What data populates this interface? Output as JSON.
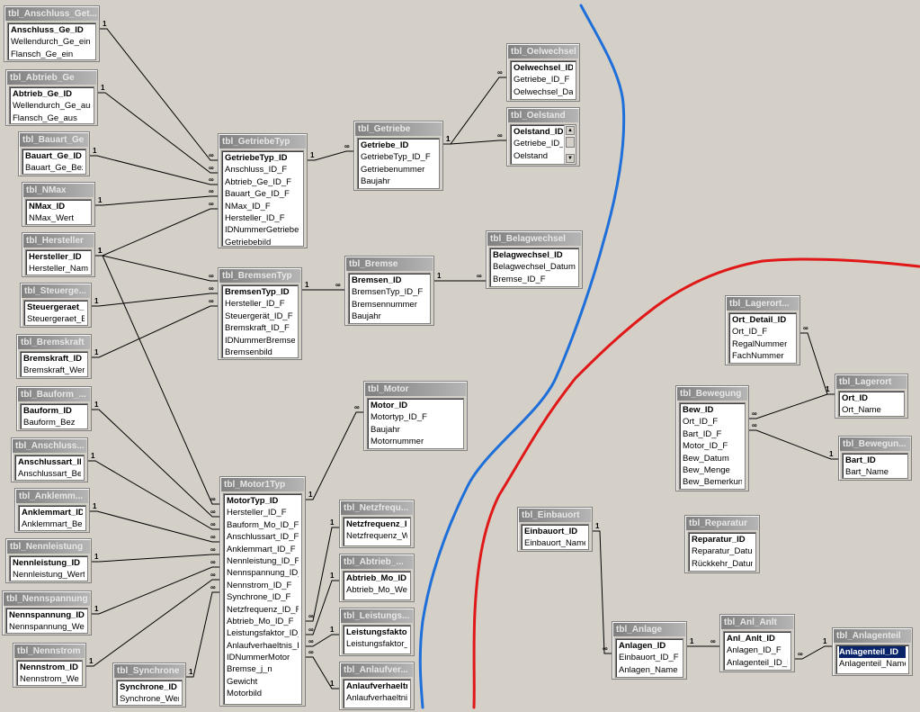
{
  "tables": [
    {
      "id": "anschluss_ge",
      "title": "tbl_Anschluss_Get...",
      "fields": [
        "Anschluss_Ge_ID",
        "Wellendurch_Ge_ein",
        "Flansch_Ge_ein"
      ]
    },
    {
      "id": "abtrieb_ge",
      "title": "tbl_Abtrieb_Ge",
      "fields": [
        "Abtrieb_Ge_ID",
        "Wellendurch_Ge_aus",
        "Flansch_Ge_aus"
      ]
    },
    {
      "id": "bauart_ge",
      "title": "tbl_Bauart_Ge",
      "fields": [
        "Bauart_Ge_ID",
        "Bauart_Ge_Bez"
      ]
    },
    {
      "id": "nmax",
      "title": "tbl_NMax",
      "fields": [
        "NMax_ID",
        "NMax_Wert"
      ]
    },
    {
      "id": "hersteller",
      "title": "tbl_Hersteller",
      "fields": [
        "Hersteller_ID",
        "Hersteller_Name"
      ]
    },
    {
      "id": "steuergeraet",
      "title": "tbl_Steuerge...",
      "fields": [
        "Steuergeraet_ID",
        "Steuergeraet_Be"
      ]
    },
    {
      "id": "bremskraft",
      "title": "tbl_Bremskraft",
      "fields": [
        "Bremskraft_ID",
        "Bremskraft_Wert"
      ]
    },
    {
      "id": "bauform",
      "title": "tbl_Bauform_...",
      "fields": [
        "Bauform_ID",
        "Bauform_Bez"
      ]
    },
    {
      "id": "anschlussart",
      "title": "tbl_Anschluss...",
      "fields": [
        "Anschlussart_ID",
        "Anschlussart_Bez"
      ]
    },
    {
      "id": "anklemmart",
      "title": "tbl_Anklemm...",
      "fields": [
        "Anklemmart_ID",
        "Anklemmart_Bez"
      ]
    },
    {
      "id": "nennleistung",
      "title": "tbl_Nennleistung",
      "fields": [
        "Nennleistung_ID",
        "Nennleistung_Wert"
      ]
    },
    {
      "id": "nennspannung",
      "title": "tbl_Nennspannung",
      "fields": [
        "Nennspannung_ID",
        "Nennspannung_Wert"
      ]
    },
    {
      "id": "nennstrom",
      "title": "tbl_Nennstrom",
      "fields": [
        "Nennstrom_ID",
        "Nennstrom_Wert"
      ]
    },
    {
      "id": "synchrone",
      "title": "tbl_Synchrone",
      "fields": [
        "Synchrone_ID",
        "Synchrone_Wert"
      ]
    },
    {
      "id": "getriebetyp",
      "title": "tbl_GetriebeTyp",
      "fields": [
        "GetriebeTyp_ID",
        "Anschluss_ID_F",
        "Abtrieb_Ge_ID_F",
        "Bauart_Ge_ID_F",
        "NMax_ID_F",
        "Hersteller_ID_F",
        "IDNummerGetriebe",
        "Getriebebild"
      ]
    },
    {
      "id": "getriebe",
      "title": "tbl_Getriebe",
      "fields": [
        "Getriebe_ID",
        "GetriebeTyp_ID_F",
        "Getriebenummer",
        "Baujahr"
      ]
    },
    {
      "id": "oelwechsel",
      "title": "tbl_Oelwechsel",
      "fields": [
        "Oelwechsel_ID",
        "Getriebe_ID_F",
        "Oelwechsel_Datu"
      ]
    },
    {
      "id": "oelstand",
      "title": "tbl_Oelstand",
      "fields": [
        "Oelstand_ID",
        "Getriebe_ID_F",
        "Oelstand"
      ]
    },
    {
      "id": "bremsentyp",
      "title": "tbl_BremsenTyp",
      "fields": [
        "BremsenTyp_ID",
        "Hersteller_ID_F",
        "Steuergerät_ID_F",
        "Bremskraft_ID_F",
        "IDNummerBremse",
        "Bremsenbild"
      ]
    },
    {
      "id": "bremse",
      "title": "tbl_Bremse",
      "fields": [
        "Bremsen_ID",
        "BremsenTyp_ID_F",
        "Bremsennummer",
        "Baujahr"
      ]
    },
    {
      "id": "belagwechsel",
      "title": "tbl_Belagwechsel",
      "fields": [
        "Belagwechsel_ID",
        "Belagwechsel_Datum",
        "Bremse_ID_F"
      ]
    },
    {
      "id": "motor",
      "title": "tbl_Motor",
      "fields": [
        "Motor_ID",
        "Motortyp_ID_F",
        "Baujahr",
        "Motornummer"
      ]
    },
    {
      "id": "motortyp",
      "title": "tbl_Motor1Typ",
      "fields": [
        "MotorTyp_ID",
        "Hersteller_ID_F",
        "Bauform_Mo_ID_F",
        "Anschlussart_ID_F",
        "Anklemmart_ID_F",
        "Nennleistung_ID_F",
        "Nennspannung_ID_",
        "Nennstrom_ID_F",
        "Synchrone_ID_F",
        "Netzfrequenz_ID_F",
        "Abtrieb_Mo_ID_F",
        "Leistungsfaktor_ID_",
        "Anlaufverhaeltnis_I",
        "IDNummerMotor",
        "Bremse_j_n",
        "Gewicht",
        "Motorbild"
      ]
    },
    {
      "id": "netzfrequenz",
      "title": "tbl_Netzfrequ...",
      "fields": [
        "Netzfrequenz_ID",
        "Netzfrequenz_We"
      ]
    },
    {
      "id": "abtrieb_mo",
      "title": "tbl_Abtrieb_...",
      "fields": [
        "Abtrieb_Mo_ID",
        "Abtrieb_Mo_Wer"
      ]
    },
    {
      "id": "leistungsfaktor",
      "title": "tbl_Leistungs...",
      "fields": [
        "Leistungsfaktor_I",
        "Leistungsfaktor_W"
      ]
    },
    {
      "id": "anlaufver",
      "title": "tbl_Anlaufver...",
      "fields": [
        "Anlaufverhaeltnis",
        "Anlaufverhaeltnis"
      ]
    },
    {
      "id": "lagerort_detail",
      "title": "tbl_Lagerort...",
      "fields": [
        "Ort_Detail_ID",
        "Ort_ID_F",
        "RegalNummer",
        "FachNummer"
      ]
    },
    {
      "id": "lagerort",
      "title": "tbl_Lagerort",
      "fields": [
        "Ort_ID",
        "Ort_Name"
      ]
    },
    {
      "id": "bewegung",
      "title": "tbl_Bewegung",
      "fields": [
        "Bew_ID",
        "Ort_ID_F",
        "Bart_ID_F",
        "Motor_ID_F",
        "Bew_Datum",
        "Bew_Menge",
        "Bew_Bemerkung"
      ]
    },
    {
      "id": "bewegungsart",
      "title": "tbl_Bewegun...",
      "fields": [
        "Bart_ID",
        "Bart_Name"
      ]
    },
    {
      "id": "einbauort",
      "title": "tbl_Einbauort",
      "fields": [
        "Einbauort_ID",
        "Einbauort_Name"
      ]
    },
    {
      "id": "reparatur",
      "title": "tbl_Reparatur",
      "fields": [
        "Reparatur_ID",
        "Reparatur_Datun",
        "Rückkehr_Datum"
      ]
    },
    {
      "id": "anlage",
      "title": "tbl_Anlage",
      "fields": [
        "Anlagen_ID",
        "Einbauort_ID_F",
        "Anlagen_Name"
      ]
    },
    {
      "id": "anl_anlt",
      "title": "tbl_Anl_Anlt",
      "fields": [
        "Anl_Anlt_ID",
        "Anlagen_ID_F",
        "Anlagenteil_ID_F"
      ]
    },
    {
      "id": "anlagenteil",
      "title": "tbl_Anlagenteil",
      "fields": [
        "Anlagenteil_ID",
        "Anlagenteil_Name"
      ]
    }
  ],
  "relationship_labels": {
    "one": "1",
    "many": "∞"
  },
  "annotation_colors": {
    "blue": "#1e6fd9",
    "red": "#e01818"
  }
}
